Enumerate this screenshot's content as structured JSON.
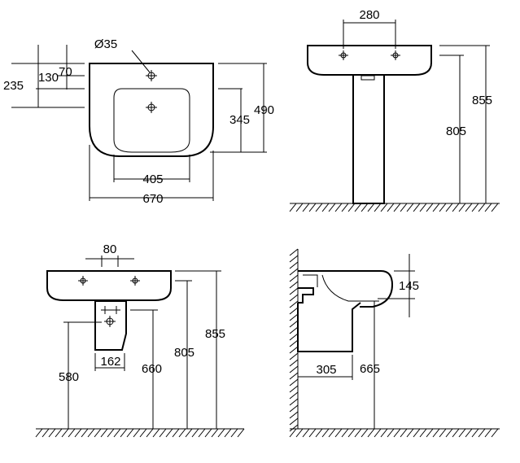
{
  "top_view": {
    "hole_diameter": "Ø35",
    "dim_70": "70",
    "dim_130": "130",
    "dim_235": "235",
    "dim_345": "345",
    "dim_490": "490",
    "dim_405": "405",
    "dim_670": "670"
  },
  "front_pedestal": {
    "dim_280": "280",
    "dim_805": "805",
    "dim_855": "855"
  },
  "front_semi_pedestal": {
    "dim_80": "80",
    "dim_162": "162",
    "dim_580": "580",
    "dim_660": "660",
    "dim_805": "805",
    "dim_855": "855"
  },
  "side_view": {
    "dim_145": "145",
    "dim_305": "305",
    "dim_665": "665"
  }
}
